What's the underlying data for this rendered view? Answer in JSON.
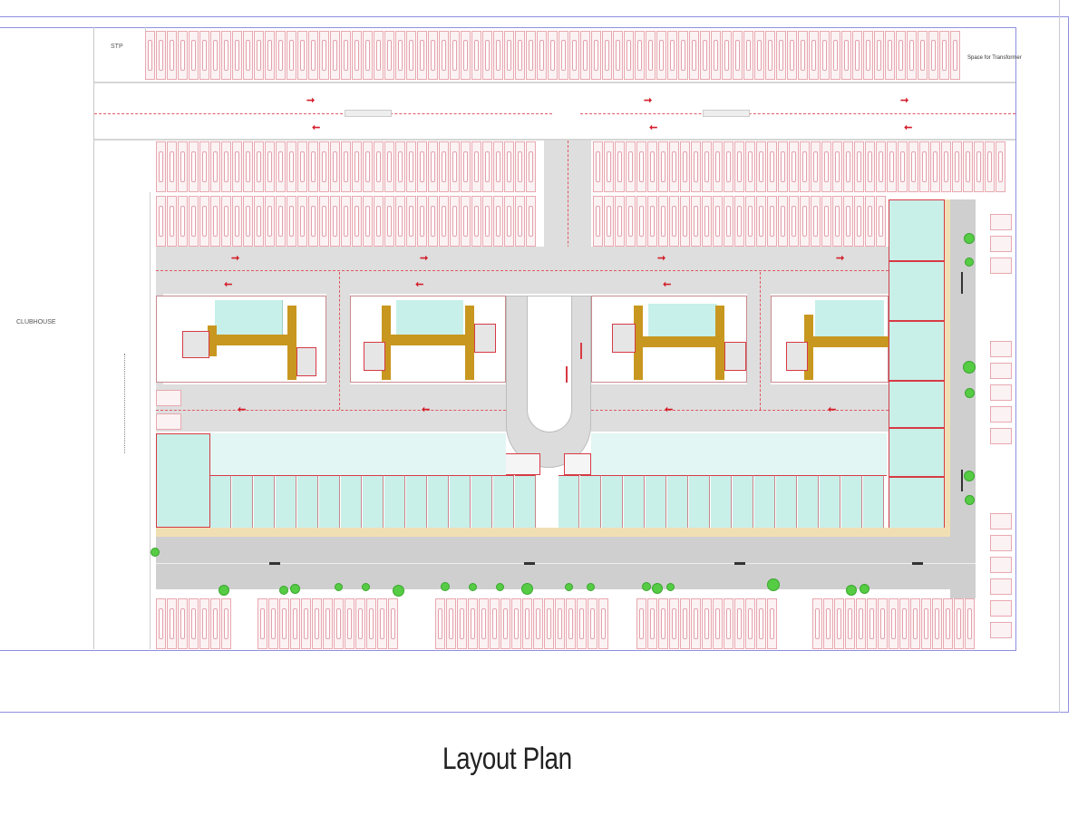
{
  "drawing": {
    "caption": "Layout Plan",
    "labels": {
      "clubhouse": "CLUBHOUSE",
      "stp": "STP",
      "transformer": "Space for Transformer",
      "top_road_left": "",
      "top_road_right": ""
    },
    "colors": {
      "parking_stall": "#e8a8b0",
      "circulation_line": "#e05a63",
      "arrow": "#d41f2b",
      "shop_fill": "#c9efe9",
      "core_corridor": "#c8971f",
      "road": "#cfcfcf",
      "paving": "#f1dfb4",
      "tree": "#55cc44",
      "site_boundary": "#8f8fe0"
    },
    "zones": [
      {
        "name": "Clubhouse",
        "position": "left"
      },
      {
        "name": "STP",
        "position": "top-left"
      },
      {
        "name": "Space for Transformer",
        "position": "top-right"
      },
      {
        "name": "Top Parking Row",
        "position": "top"
      },
      {
        "name": "Building Block 1",
        "position": "center-left"
      },
      {
        "name": "Building Block 2",
        "position": "center-left"
      },
      {
        "name": "Ramp",
        "position": "center"
      },
      {
        "name": "Building Block 3",
        "position": "center-right"
      },
      {
        "name": "Building Block 4",
        "position": "center-right"
      },
      {
        "name": "Shops Row",
        "position": "bottom"
      },
      {
        "name": "Right Shops Column",
        "position": "right"
      },
      {
        "name": "Front Road",
        "position": "bottom"
      },
      {
        "name": "Bottom Parking Row",
        "position": "bottom"
      }
    ]
  }
}
